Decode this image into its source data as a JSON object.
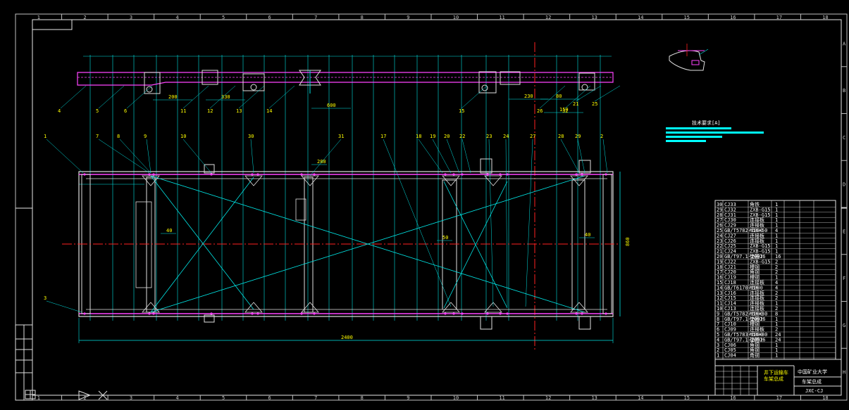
{
  "colors": {
    "background": "#000000",
    "border": "#ffffff",
    "grid": "#00e5e5",
    "part": "#ff44ff",
    "outline": "#e0e0e0",
    "centerline": "#ff2020",
    "text": "#ffff00",
    "note_bars": "#00ffff"
  },
  "frame": {
    "zones_top": [
      "1",
      "2",
      "3",
      "4",
      "5",
      "6",
      "7",
      "8",
      "9",
      "10",
      "11",
      "12",
      "13",
      "14",
      "15",
      "16",
      "17",
      "18"
    ],
    "zones_bottom": [
      "1",
      "2",
      "3",
      "4",
      "5",
      "6",
      "7",
      "8",
      "9",
      "10",
      "11",
      "12",
      "13",
      "14",
      "15",
      "16",
      "17",
      "18"
    ],
    "zones_right": [
      "A",
      "B",
      "C",
      "D",
      "E",
      "F",
      "G",
      "H"
    ]
  },
  "top_view": {
    "dims": [
      "200",
      "330",
      "600",
      "230",
      "80",
      "150"
    ],
    "callouts": [
      "4",
      "5",
      "6",
      "11",
      "12",
      "13",
      "14",
      "15",
      "26",
      "32",
      "21",
      "25"
    ]
  },
  "plan_view": {
    "overall_length": "2400",
    "overall_width": "860",
    "dims": [
      "280",
      "40",
      "50",
      "40"
    ],
    "callouts": [
      "1",
      "7",
      "8",
      "9",
      "10",
      "30",
      "31",
      "17",
      "18",
      "19",
      "20",
      "22",
      "23",
      "24",
      "27",
      "28",
      "29",
      "2",
      "3"
    ]
  },
  "tech_requirements": {
    "title": "技术要求[A]"
  },
  "parts_table": {
    "rows": [
      [
        "30",
        "CJ33",
        "角铁",
        "1"
      ],
      [
        "29",
        "CJ32",
        "ZXB-G15",
        "1"
      ],
      [
        "28",
        "CJ31",
        "ZXB-G15",
        "1"
      ],
      [
        "27",
        "CJ30",
        "连接板",
        "1"
      ],
      [
        "26",
        "CJ29",
        "连接板",
        "1"
      ],
      [
        "25",
        "GB/T5782-2000",
        "M16×50",
        "4"
      ],
      [
        "24",
        "CJ27",
        "连接板",
        "1"
      ],
      [
        "23",
        "CJ26",
        "连接板",
        "1"
      ],
      [
        "22",
        "CJ25",
        "ZXB-G15",
        "1"
      ],
      [
        "21",
        "CJ24",
        "ZXB-G15",
        "1"
      ],
      [
        "20",
        "GB/T97.1-2002",
        "垫圈16",
        "16"
      ],
      [
        "19",
        "CJ22",
        "ZXB-G15",
        "2"
      ],
      [
        "18",
        "CJ21",
        "槽钢",
        "2"
      ],
      [
        "17",
        "CJ20",
        "角钢",
        "2"
      ],
      [
        "16",
        "CJ19",
        "槽钢",
        "1"
      ],
      [
        "15",
        "CJ18",
        "连接板",
        "4"
      ],
      [
        "14",
        "GB/T6170-2000",
        "M16",
        "4"
      ],
      [
        "13",
        "CJ16",
        "连接板",
        "2"
      ],
      [
        "12",
        "CJ15",
        "连接板",
        "2"
      ],
      [
        "11",
        "CJ14",
        "连接板",
        "1"
      ],
      [
        "10",
        "CJ13",
        "连接板",
        "2"
      ],
      [
        "9",
        "GB/T5782-2000",
        "M16×30",
        "8"
      ],
      [
        "8",
        "GB/T97.1-2002",
        "垫圈16",
        "1"
      ],
      [
        "7",
        "CJ10",
        "槽钢",
        "1"
      ],
      [
        "6",
        "CJ09",
        "连接板",
        "2"
      ],
      [
        "5",
        "GB/T5783-2000",
        "M16×80",
        "24"
      ],
      [
        "4",
        "GB/T97.1-2002",
        "垫圈16",
        "24"
      ],
      [
        "3",
        "CJ06",
        "角钢",
        "1"
      ],
      [
        "2",
        "CJ05",
        "角钢",
        "1"
      ],
      [
        "1",
        "CJ04",
        "角钢",
        "1"
      ]
    ]
  },
  "title_block": {
    "drawing_name": "井下运输车\n车架总成",
    "school": "中国矿业大学",
    "title": "车架总成",
    "code": "JXC-CJ"
  }
}
